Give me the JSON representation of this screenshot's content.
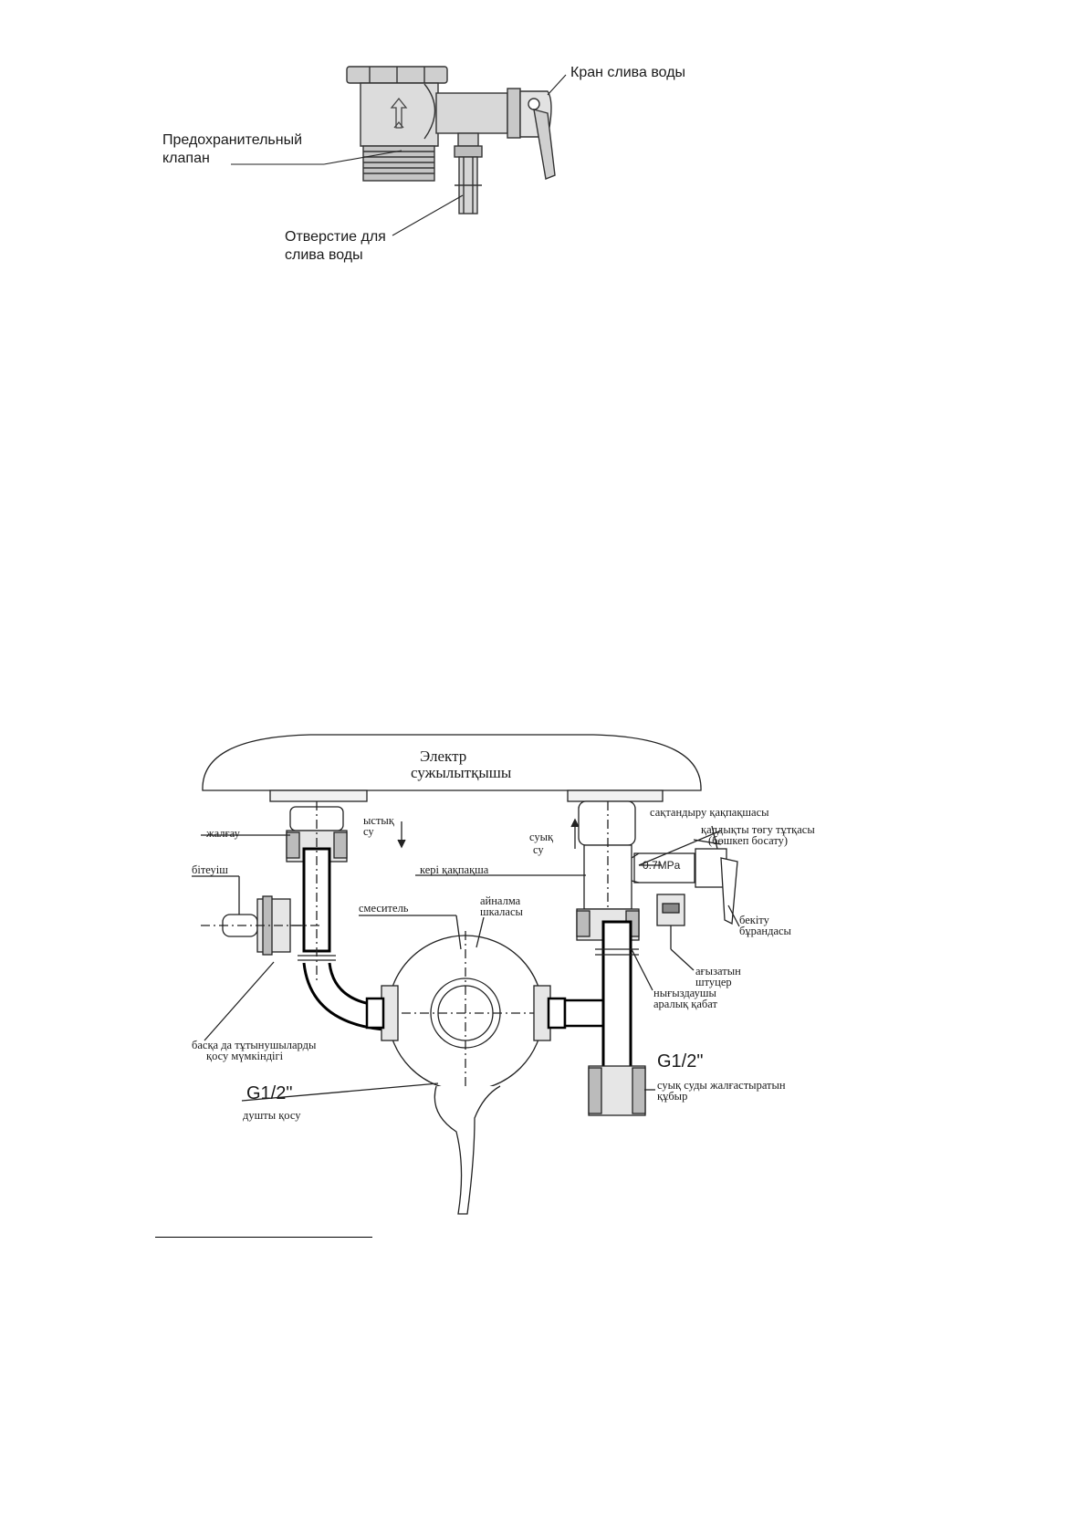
{
  "valve_diagram": {
    "label_drain_tap": "Кран слива воды",
    "label_safety_valve": [
      "Предохранительный",
      "клапан"
    ],
    "label_drain_hole": [
      "Отверстие для",
      "слива воды"
    ]
  },
  "installation_diagram": {
    "heater_title": [
      "Электр",
      "сужылытқышы"
    ],
    "label_coupling": "жалғау",
    "label_hot_water": [
      "ыстық",
      "су"
    ],
    "label_plug": "бітеуіш",
    "label_mixer": "смеситель",
    "label_scale": [
      "айналма",
      "шкаласы"
    ],
    "label_check_valve": "кері қақпақша",
    "label_cold_water": [
      "суық",
      "су"
    ],
    "label_safety_valve": "сақтандыру қақпақшасы",
    "label_drain_handle": [
      "қалдықты төгу тұтқасы",
      "(бөшкеп босату)"
    ],
    "pressure_value": "0.7MPa",
    "label_fixing_bolt": [
      "бекіту",
      "бұрандасы"
    ],
    "label_drain_fitting": [
      "ағызатын",
      "штуцер"
    ],
    "label_gasket": [
      "нығыздаушы",
      "аралық қабат"
    ],
    "label_other_consumers": [
      "басқа да тұтынушыларды",
      "қосу мүмкіндігі"
    ],
    "thread_size_left": "G1/2\"",
    "label_shower": "душты қосу",
    "thread_size_right": "G1/2\"",
    "label_cold_pipe": [
      "суық суды жалғастыратын",
      "құбыр"
    ]
  }
}
